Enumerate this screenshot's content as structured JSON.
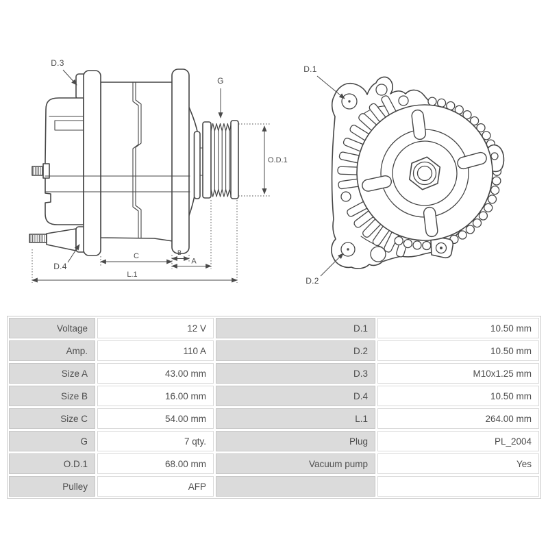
{
  "page": {
    "background": "#ffffff"
  },
  "diagram": {
    "line_color": "#454545",
    "label_color": "#4a4a4a",
    "side_view": {
      "labels": {
        "d3": "D.3",
        "d4": "D.4",
        "g": "G",
        "od1": "O.D.1",
        "a": "A",
        "b": "B",
        "c": "C",
        "l1": "L.1"
      }
    },
    "front_view": {
      "labels": {
        "d1": "D.1",
        "d2": "D.2"
      }
    }
  },
  "spec_table": {
    "colors": {
      "label_bg": "#dbdbdb",
      "value_bg": "#ffffff",
      "text": "#4d4d4d",
      "border": "#c9c9c9"
    },
    "rows": [
      {
        "left_label": "Voltage",
        "left_value": "12 V",
        "right_label": "D.1",
        "right_value": "10.50 mm"
      },
      {
        "left_label": "Amp.",
        "left_value": "110 A",
        "right_label": "D.2",
        "right_value": "10.50 mm"
      },
      {
        "left_label": "Size A",
        "left_value": "43.00 mm",
        "right_label": "D.3",
        "right_value": "M10x1.25 mm"
      },
      {
        "left_label": "Size B",
        "left_value": "16.00 mm",
        "right_label": "D.4",
        "right_value": "10.50 mm"
      },
      {
        "left_label": "Size C",
        "left_value": "54.00 mm",
        "right_label": "L.1",
        "right_value": "264.00 mm"
      },
      {
        "left_label": "G",
        "left_value": "7 qty.",
        "right_label": "Plug",
        "right_value": "PL_2004"
      },
      {
        "left_label": "O.D.1",
        "left_value": "68.00 mm",
        "right_label": "Vacuum pump",
        "right_value": "Yes"
      },
      {
        "left_label": "Pulley",
        "left_value": "AFP",
        "right_label": "",
        "right_value": ""
      }
    ]
  }
}
